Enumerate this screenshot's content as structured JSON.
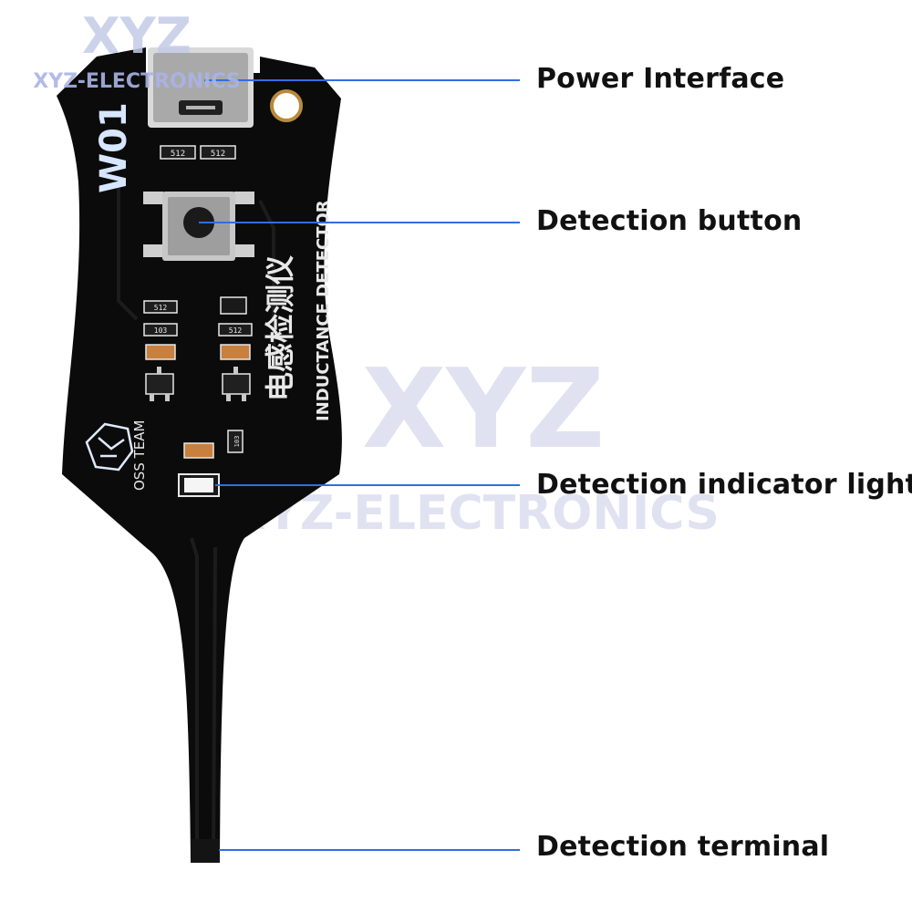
{
  "watermark": {
    "logo_text": "XYZ",
    "brand_text": "XYZ-ELECTRONICS"
  },
  "board": {
    "model": "W01",
    "title_cn": "电感检测仪",
    "title_en": "INDUCTANCE DETECTOR",
    "team": "OSS TEAM",
    "resistor_codes": [
      "512",
      "512",
      "512",
      "103",
      "512",
      "103"
    ]
  },
  "callouts": {
    "power": "Power Interface",
    "button": "Detection button",
    "light": "Detection indicator light",
    "terminal": "Detection terminal"
  },
  "colors": {
    "pcb": "#0b0b0b",
    "callout_line": "#2f6fe0",
    "label_text": "#111111",
    "silkscreen": "#e8e8e8",
    "watermark": "#c9cce6"
  }
}
